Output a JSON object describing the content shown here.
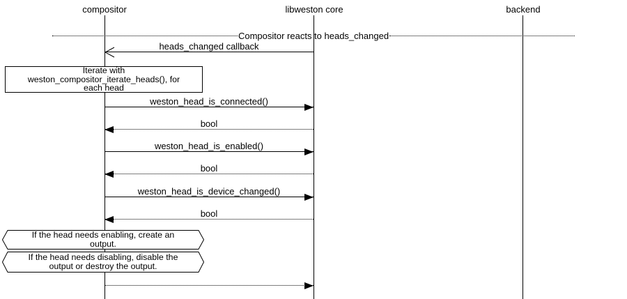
{
  "actors": [
    {
      "label": "compositor"
    },
    {
      "label": "libweston core"
    },
    {
      "label": "backend"
    }
  ],
  "divider": {
    "label": "Compositor reacts to heads_changed"
  },
  "messages": [
    {
      "label": "heads_changed callback",
      "from": "libweston core",
      "to": "compositor",
      "line": "solid",
      "arrowhead": "open"
    },
    {
      "label": "weston_head_is_connected()",
      "from": "compositor",
      "to": "libweston core",
      "line": "solid",
      "arrowhead": "filled"
    },
    {
      "label": "bool",
      "from": "libweston core",
      "to": "compositor",
      "line": "dotted",
      "arrowhead": "filled"
    },
    {
      "label": "weston_head_is_enabled()",
      "from": "compositor",
      "to": "libweston core",
      "line": "solid",
      "arrowhead": "filled"
    },
    {
      "label": "bool",
      "from": "libweston core",
      "to": "compositor",
      "line": "dotted",
      "arrowhead": "filled"
    },
    {
      "label": "weston_head_is_device_changed()",
      "from": "compositor",
      "to": "libweston core",
      "line": "solid",
      "arrowhead": "filled"
    },
    {
      "label": "bool",
      "from": "libweston core",
      "to": "compositor",
      "line": "dotted",
      "arrowhead": "filled"
    },
    {
      "label": "",
      "from": "compositor",
      "to": "libweston core",
      "line": "dotted",
      "arrowhead": "filled"
    }
  ],
  "notes": {
    "iterate": {
      "lines": [
        "Iterate with",
        "weston_compositor_iterate_heads(), for",
        "each head"
      ]
    },
    "enabling": {
      "lines": [
        "If the head needs enabling, create an",
        "output."
      ]
    },
    "disabling": {
      "lines": [
        "If the head needs disabling, disable the",
        "output or destroy the output."
      ]
    }
  },
  "colors": {
    "line": "#000000",
    "background": "#ffffff"
  }
}
